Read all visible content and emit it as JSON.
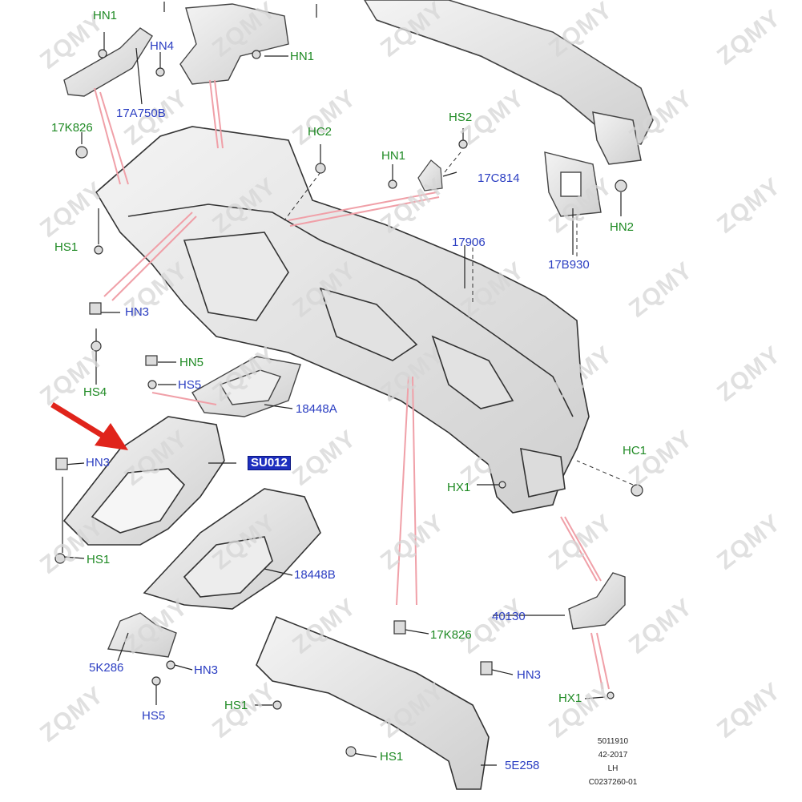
{
  "watermark_text": "ZQMY",
  "labels": {
    "hn1_a": "HN1",
    "hn4": "HN4",
    "hn1_b": "HN1",
    "p17a750b": "17A750B",
    "p17k826_a": "17K826",
    "hc2": "HC2",
    "hs2": "HS2",
    "hn1_c": "HN1",
    "p17c814": "17C814",
    "hn2": "HN2",
    "hs1_a": "HS1",
    "p17906": "17906",
    "p17b930": "17B930",
    "hn3_a": "HN3",
    "hn5": "HN5",
    "hs5_a": "HS5",
    "hs4": "HS4",
    "p18448a": "18448A",
    "hn3_b": "HN3",
    "highlighted": "SU012",
    "hc1": "HC1",
    "hx1_a": "HX1",
    "hs1_b": "HS1",
    "p18448b": "18448B",
    "p40130": "40130",
    "p17k826_b": "17K826",
    "p5k286": "5K286",
    "hn3_c": "HN3",
    "hn3_d": "HN3",
    "hs5_b": "HS5",
    "hs1_c": "HS1",
    "hx1_b": "HX1",
    "hs1_d": "HS1",
    "p5e258": "5E258"
  },
  "reference": {
    "line1": "5011910",
    "line2": "42-2017",
    "line3": "LH",
    "line4": "C0237260-01"
  },
  "colors": {
    "part_label_blue": "#2b3ec2",
    "fastener_label_green": "#1f8a24",
    "highlight_fill": "#1e2fbf",
    "arrow_red": "#e0241b",
    "leader_pink": "#f0a0a8"
  }
}
